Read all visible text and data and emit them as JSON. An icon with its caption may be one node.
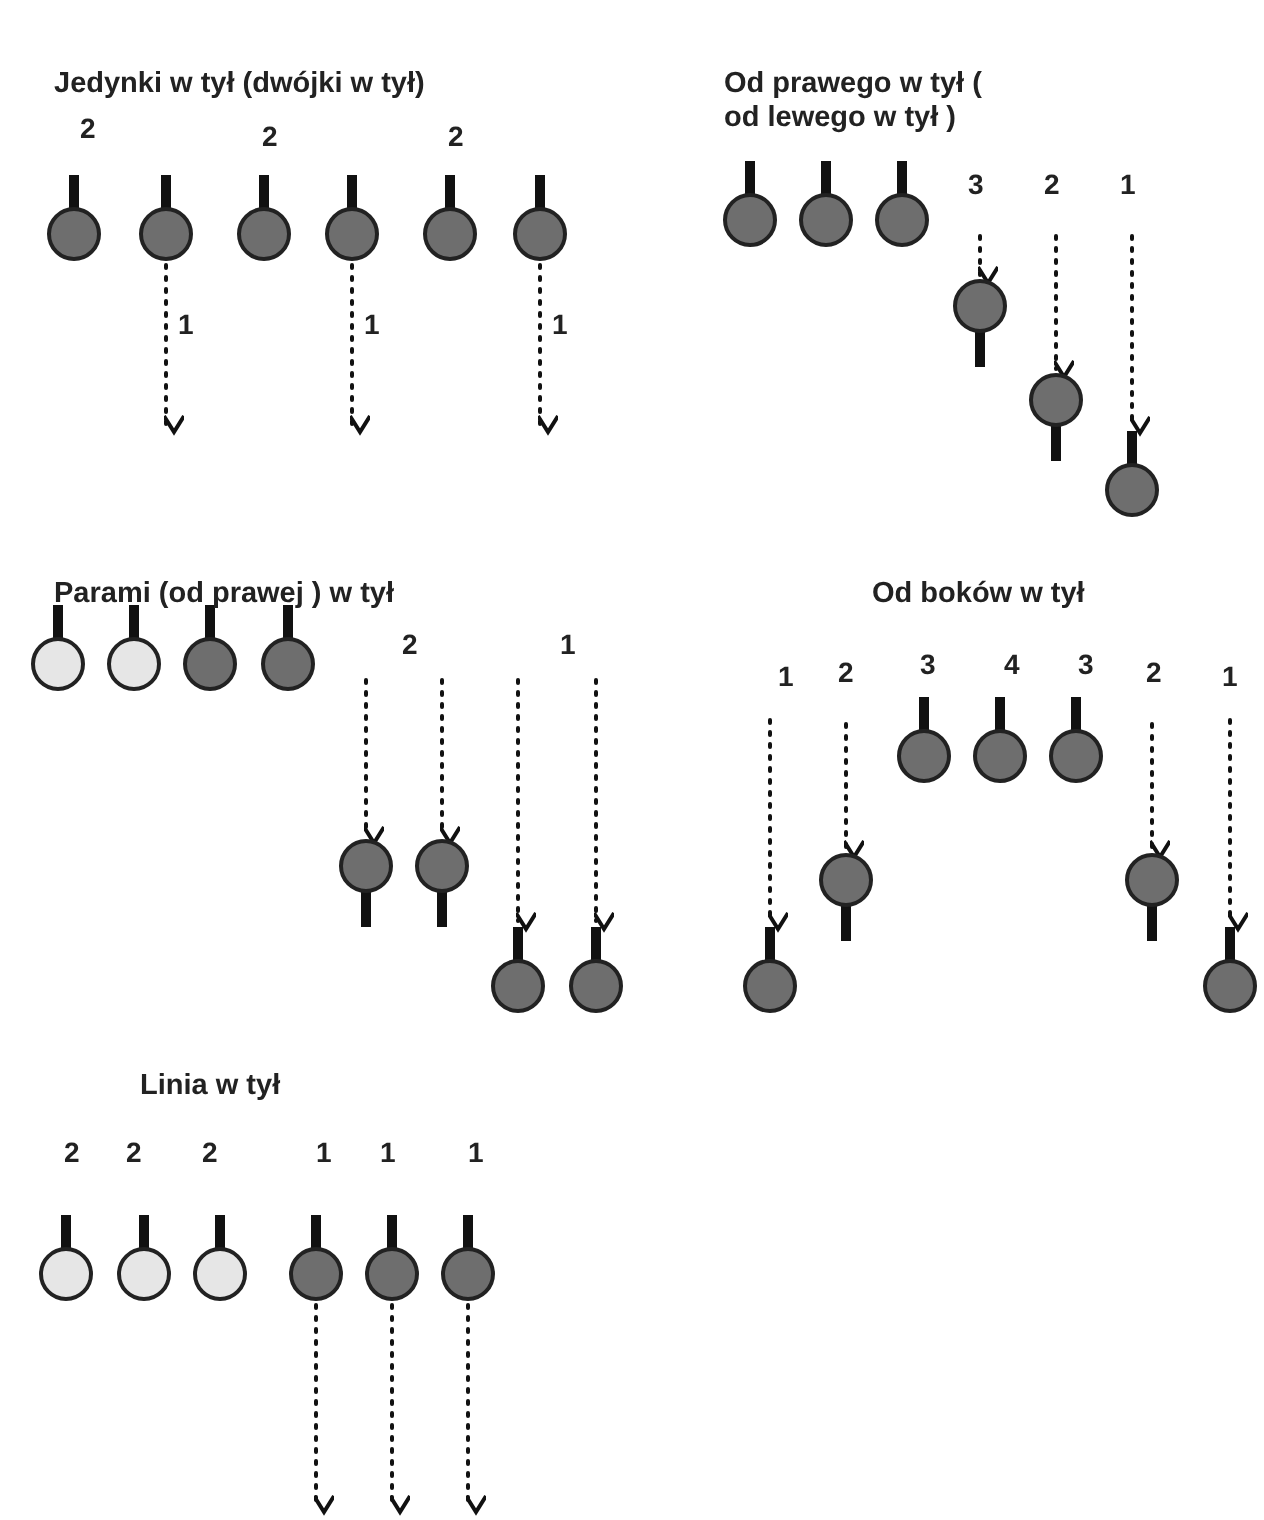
{
  "diagram": {
    "nodes": [
      {
        "text": [],
        "shape": "circle"
      },
      {
        "text": [],
        "shape": "circle"
      },
      {
        "text": [],
        "shape": "circle"
      },
      {
        "text": [],
        "shape": "circle"
      },
      {
        "text": [],
        "shape": "circle"
      },
      {
        "text": [],
        "shape": "circle"
      },
      {
        "text": [],
        "shape": "circle"
      },
      {
        "text": [],
        "shape": "circle"
      },
      {
        "text": [],
        "shape": "circle"
      },
      {
        "text": [],
        "shape": "circle"
      },
      {
        "text": [],
        "shape": "circle"
      },
      {
        "text": [],
        "shape": "circle"
      },
      {
        "text": [],
        "shape": "circle"
      },
      {
        "text": [],
        "shape": "circle"
      },
      {
        "text": [],
        "shape": "circle"
      },
      {
        "text": [],
        "shape": "circle"
      },
      {
        "text": [],
        "shape": "circle"
      },
      {
        "text": [],
        "shape": "circle"
      },
      {
        "text": [],
        "shape": "circle"
      },
      {
        "text": [],
        "shape": "circle"
      },
      {
        "text": [],
        "shape": "circle"
      },
      {
        "text": [],
        "shape": "circle"
      },
      {
        "text": [],
        "shape": "circle"
      },
      {
        "text": [],
        "shape": "circle"
      },
      {
        "text": [],
        "shape": "circle"
      },
      {
        "text": [],
        "shape": "circle"
      },
      {
        "text": [],
        "shape": "circle"
      },
      {
        "text": [],
        "shape": "circle"
      },
      {
        "text": [],
        "shape": "circle"
      },
      {
        "text": [],
        "shape": "circle"
      },
      {
        "text": [],
        "shape": "circle"
      },
      {
        "text": [],
        "shape": "circle"
      },
      {
        "text": [],
        "shape": "circle"
      }
    ],
    "edges": [
      {
        "from": 1,
        "to": null,
        "arrow": "to",
        "label": "1"
      },
      {
        "from": 3,
        "to": null,
        "arrow": "to",
        "label": "1"
      },
      {
        "from": 5,
        "to": null,
        "arrow": "to",
        "label": "1"
      },
      {
        "from": null,
        "to": 9,
        "arrow": "to"
      },
      {
        "from": null,
        "to": 10,
        "arrow": "to"
      },
      {
        "from": null,
        "to": 11,
        "arrow": "to"
      },
      {
        "from": null,
        "to": 16,
        "arrow": "to"
      },
      {
        "from": null,
        "to": 17,
        "arrow": "to"
      },
      {
        "from": null,
        "to": 18,
        "arrow": "to"
      },
      {
        "from": null,
        "to": 19,
        "arrow": "to"
      },
      {
        "from": null,
        "to": 25,
        "arrow": "to"
      },
      {
        "from": null,
        "to": 23,
        "arrow": "to"
      },
      {
        "from": null,
        "to": 24,
        "arrow": "to"
      },
      {
        "from": null,
        "to": 26,
        "arrow": "to"
      },
      {
        "from": 30,
        "to": null,
        "arrow": "to"
      },
      {
        "from": 31,
        "to": null,
        "arrow": "to"
      },
      {
        "from": 32,
        "to": null,
        "arrow": "to"
      }
    ],
    "labels": [
      "Jedynki w tył (dwójki w tył)",
      "Od prawego w tył ( od lewego w tył )",
      "2",
      "2",
      "2",
      "3",
      "2",
      "1",
      "Parami (od prawej ) w tył",
      "Od boków w tył",
      "2",
      "1",
      "1",
      "2",
      "3",
      "4",
      "3",
      "2",
      "1",
      "Linia w tył",
      "2",
      "2",
      "2",
      "1",
      "1",
      "1"
    ]
  }
}
